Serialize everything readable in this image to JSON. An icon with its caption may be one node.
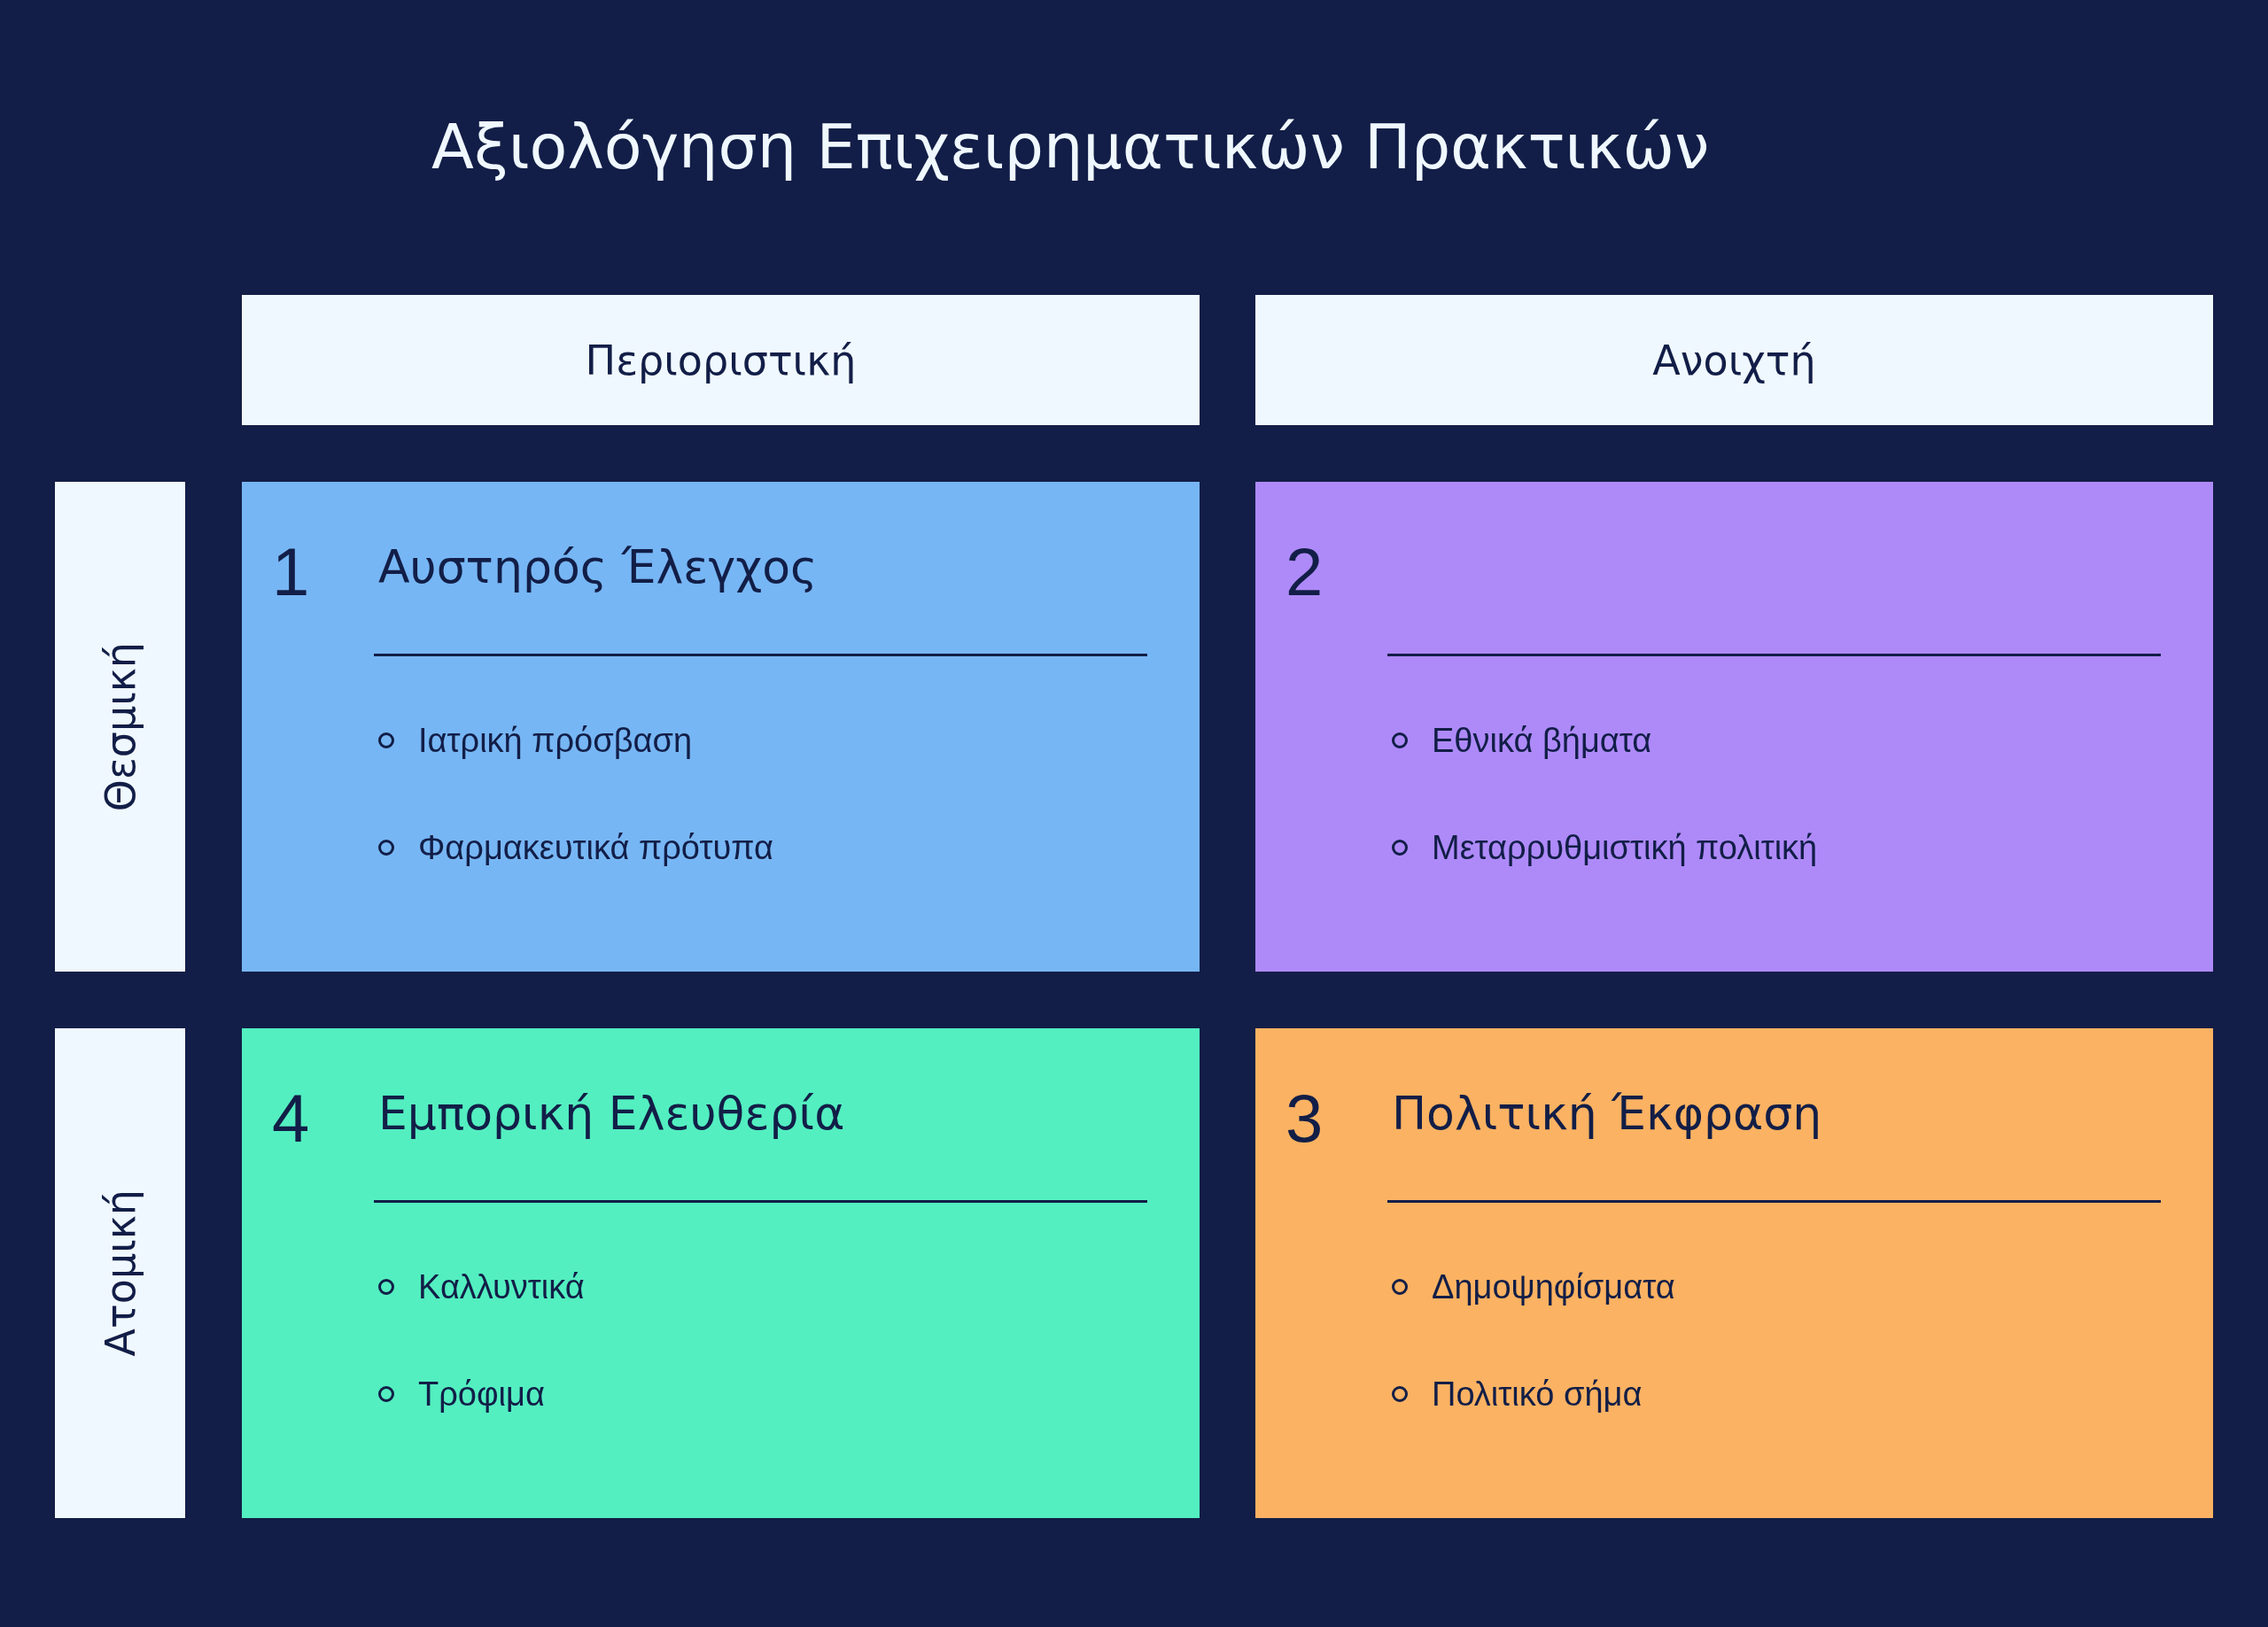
{
  "diagram": {
    "title": "Αξιολόγηση Επιχειρηματικών Πρακτικών",
    "nodes": [
      {
        "text": [
          "Περιοριστική"
        ]
      },
      {
        "text": [
          "Ανοιχτή"
        ]
      },
      {
        "text": [
          "Θεσμική"
        ]
      },
      {
        "text": [
          "1",
          "Αυστηρός Έλεγχος",
          "Ιατρική πρόσβαση",
          "Φαρμακευτικά πρότυπα"
        ]
      },
      {
        "text": [
          "2",
          "Εθνικά βήματα",
          "Μεταρρυθμιστική πολιτική"
        ]
      },
      {
        "text": [
          "Ατομική"
        ]
      },
      {
        "text": [
          "4",
          "Εμπορική Ελευθερία",
          "Καλλυντικά",
          "Τρόφιμα"
        ]
      },
      {
        "text": [
          "3",
          "Πολιτική Έκφραση",
          "Δημοψηφίσματα",
          "Πολιτικό σήμα"
        ]
      }
    ]
  }
}
